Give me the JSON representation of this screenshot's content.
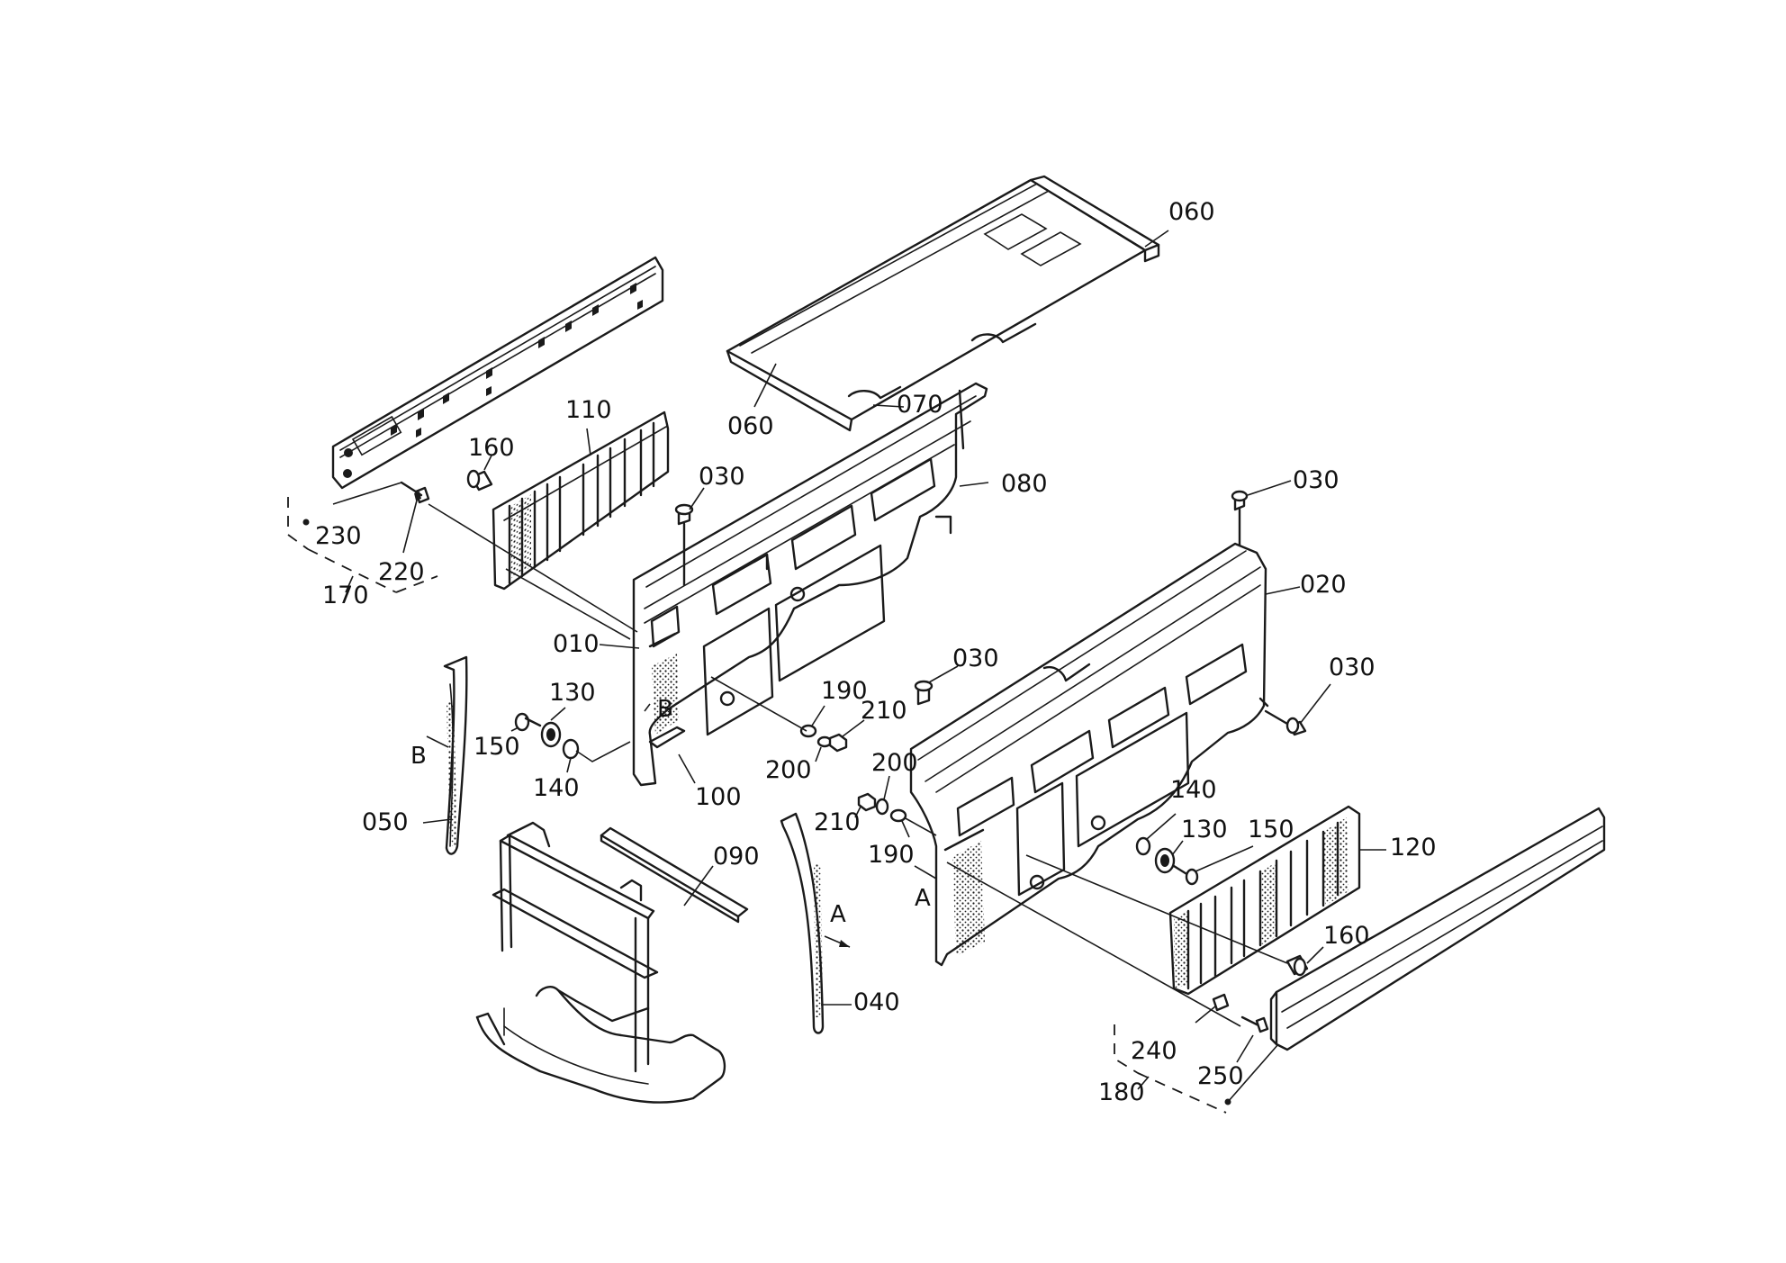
{
  "part_labels": {
    "p010": "010",
    "p020": "020",
    "p030a": "030",
    "p030b": "030",
    "p030c": "030",
    "p030d": "030",
    "p040": "040",
    "p050": "050",
    "p060a": "060",
    "p060b": "060",
    "p070": "070",
    "p080": "080",
    "p090": "090",
    "p100": "100",
    "p110": "110",
    "p120": "120",
    "p130a": "130",
    "p130b": "130",
    "p140a": "140",
    "p140b": "140",
    "p150a": "150",
    "p150b": "150",
    "p160a": "160",
    "p160b": "160",
    "p170": "170",
    "p180": "180",
    "p190a": "190",
    "p190b": "190",
    "p200a": "200",
    "p200b": "200",
    "p210a": "210",
    "p210b": "210",
    "p220": "220",
    "p230": "230",
    "p240": "240",
    "p250": "250"
  },
  "view_markers": {
    "a1": "A",
    "a2": "A",
    "b1": "B",
    "b2": "B"
  }
}
